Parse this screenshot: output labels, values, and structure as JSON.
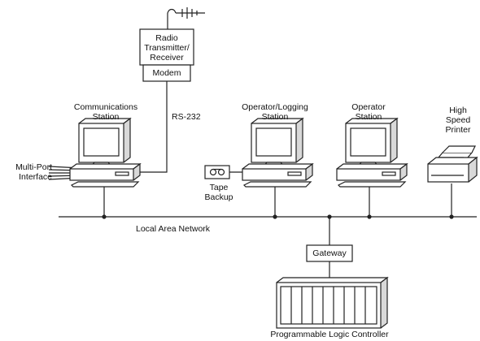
{
  "colors": {
    "stroke": "#222222",
    "screen": "#ffffff",
    "background": "#ffffff"
  },
  "icons": {
    "antenna": "antenna-icon",
    "computer": "computer-workstation-icon",
    "tape": "tape-drive-icon",
    "printer": "printer-icon",
    "plc": "plc-rack-icon"
  },
  "radio": {
    "label": "Radio\nTransmitter/\nReceiver",
    "modem_label": "Modem"
  },
  "rs232_label": "RS-232",
  "stations": {
    "communications": "Communications\nStation",
    "operator_logging": "Operator/Logging\nStation",
    "operator": "Operator\nStation",
    "printer": "High\nSpeed\nPrinter"
  },
  "multiport_label": "Multi-Port\nInterface",
  "tape_label": "Tape\nBackup",
  "network_label": "Local Area Network",
  "gateway_label": "Gateway",
  "plc_label": "Programmable Logic Controller"
}
